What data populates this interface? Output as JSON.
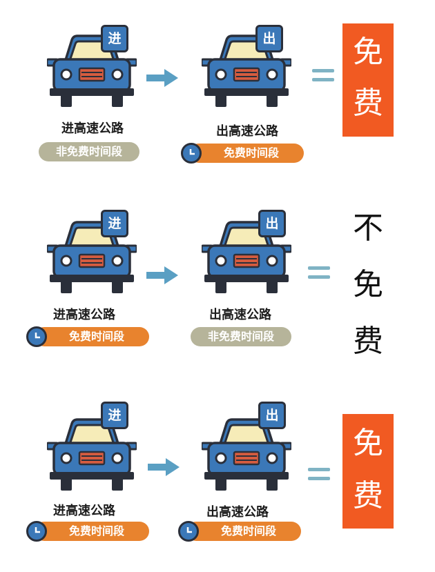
{
  "rows": [
    {
      "entry": {
        "badge": "进",
        "label": "进高速公路",
        "period": "非免费时间段",
        "period_is_free": false
      },
      "exit": {
        "badge": "出",
        "label": "出高速公路",
        "period": "免费时间段",
        "period_is_free": true
      },
      "result": [
        "免",
        "费"
      ],
      "result_highlight": true
    },
    {
      "entry": {
        "badge": "进",
        "label": "进高速公路",
        "period": "免费时间段",
        "period_is_free": true
      },
      "exit": {
        "badge": "出",
        "label": "出高速公路",
        "period": "非免费时间段",
        "period_is_free": false
      },
      "result": [
        "不",
        "免",
        "费"
      ],
      "result_highlight": false
    },
    {
      "entry": {
        "badge": "进",
        "label": "进高速公路",
        "period": "免费时间段",
        "period_is_free": true
      },
      "exit": {
        "badge": "出",
        "label": "出高速公路",
        "period": "免费时间段",
        "period_is_free": true
      },
      "result": [
        "免",
        "费"
      ],
      "result_highlight": true
    }
  ],
  "colors": {
    "car_body": "#3b78b8",
    "outline": "#2a2f3a",
    "free_pill": "#e8832e",
    "nonfree_pill": "#b6b49a",
    "result_box": "#f15a22",
    "arrow": "#5a9fc3",
    "equals": "#7fb3c4"
  }
}
